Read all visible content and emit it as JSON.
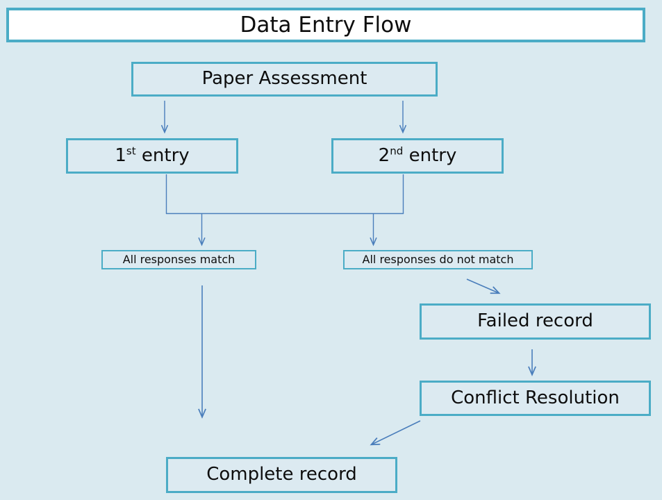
{
  "diagram": {
    "title": "Data Entry Flow",
    "background_color": "#daeaf0",
    "box_border_color": "#4bacc6",
    "box_fill_color": "#dceaf1",
    "title_fill_color": "#ffffff",
    "connector_color": "#4a7ebb",
    "text_color": "#0d0d0d",
    "nodes": {
      "paper_assessment": "Paper Assessment",
      "first_entry_number": "1",
      "first_entry_ordinal": "st",
      "first_entry_rest": " entry",
      "second_entry_number": "2",
      "second_entry_ordinal": "nd",
      "second_entry_rest": " entry",
      "all_responses_match": "All responses match",
      "all_responses_do_not_match": "All responses do not match",
      "failed_record": "Failed record",
      "conflict_resolution": "Conflict Resolution",
      "complete_record": "Complete record"
    },
    "edges": [
      {
        "from": "paper_assessment",
        "to": "first_entry",
        "style": "vertical-arrow"
      },
      {
        "from": "paper_assessment",
        "to": "second_entry",
        "style": "vertical-arrow"
      },
      {
        "from": "first_entry",
        "to": "all_responses_match",
        "style": "elbow-arrow"
      },
      {
        "from": "second_entry",
        "to": "all_responses_do_not_match",
        "style": "elbow-arrow"
      },
      {
        "from": "all_responses_match",
        "to": "complete_record",
        "style": "long-vertical-arrow"
      },
      {
        "from": "all_responses_do_not_match",
        "to": "failed_record",
        "style": "diagonal-arrow-down-right"
      },
      {
        "from": "failed_record",
        "to": "conflict_resolution",
        "style": "vertical-arrow"
      },
      {
        "from": "conflict_resolution",
        "to": "complete_record",
        "style": "diagonal-arrow-down-left"
      }
    ]
  }
}
